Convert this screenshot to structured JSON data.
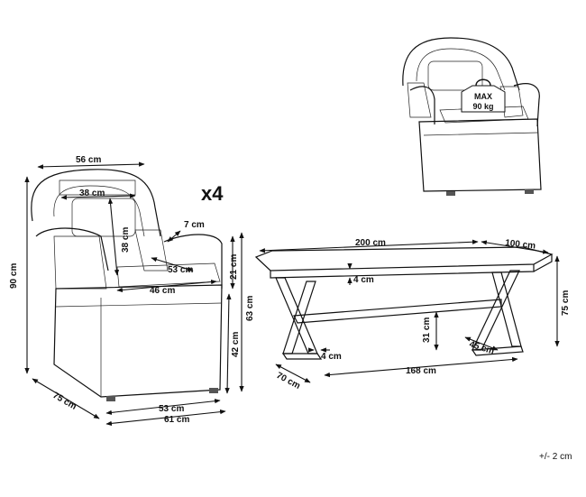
{
  "quantity": "x4",
  "load_badge": {
    "line1": "MAX",
    "line2": "90 kg"
  },
  "chair_dims": {
    "top_width": "56 cm",
    "back_inner_width": "38 cm",
    "back_inner_height": "38 cm",
    "armrest_width": "7 cm",
    "seat_back_depth": "53 cm",
    "seat_width": "46 cm",
    "armrest_height": "21 cm",
    "total_height": "90 cm",
    "seat_height": "42 cm",
    "arm_height": "63 cm",
    "depth": "75 cm",
    "base_width": "53 cm",
    "total_width": "61 cm"
  },
  "table_dims": {
    "length": "200 cm",
    "width": "100 cm",
    "top_thickness": "4 cm",
    "height": "75 cm",
    "leg_clearance": "31 cm",
    "leg_thickness": "4 cm",
    "foot_length": "45 cm",
    "foot_depth": "70 cm",
    "inner_length": "168 cm"
  },
  "tolerance": "+/- 2 cm"
}
